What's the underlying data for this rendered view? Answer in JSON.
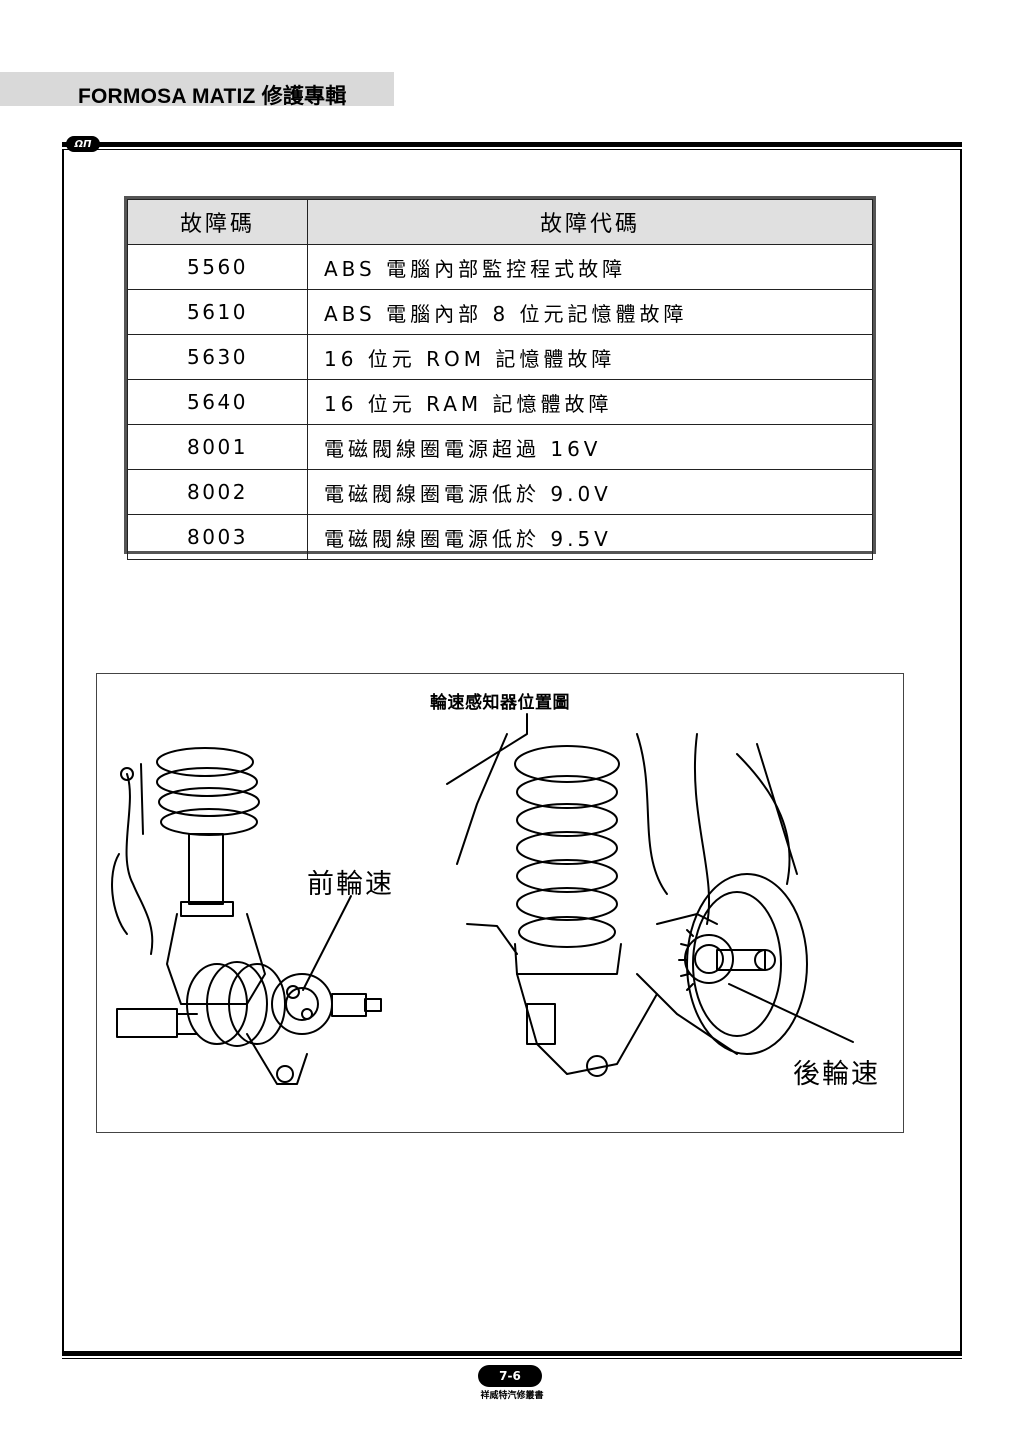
{
  "header": {
    "title": "FORMOSA MATIZ 修護專輯",
    "logo_text": "ΩΠ"
  },
  "table": {
    "headers": [
      "故障碼",
      "故障代碼"
    ],
    "rows": [
      {
        "code": "5560",
        "desc": "ABS 電腦內部監控程式故障"
      },
      {
        "code": "5610",
        "desc": "ABS 電腦內部 8 位元記憶體故障"
      },
      {
        "code": "5630",
        "desc": "16 位元 ROM 記憶體故障"
      },
      {
        "code": "5640",
        "desc": "16 位元 RAM 記憶體故障"
      },
      {
        "code": "8001",
        "desc": "電磁閥線圈電源超過 16V"
      },
      {
        "code": "8002",
        "desc": "電磁閥線圈電源低於 9.0V"
      },
      {
        "code": "8003",
        "desc": "電磁閥線圈電源低於 9.5V"
      }
    ]
  },
  "figure": {
    "caption": "輪速感知器位置圖",
    "front_label": "前輪速",
    "rear_label": "後輪速"
  },
  "footer": {
    "page_number": "7-6",
    "publisher": "祥威特汽修叢書"
  }
}
